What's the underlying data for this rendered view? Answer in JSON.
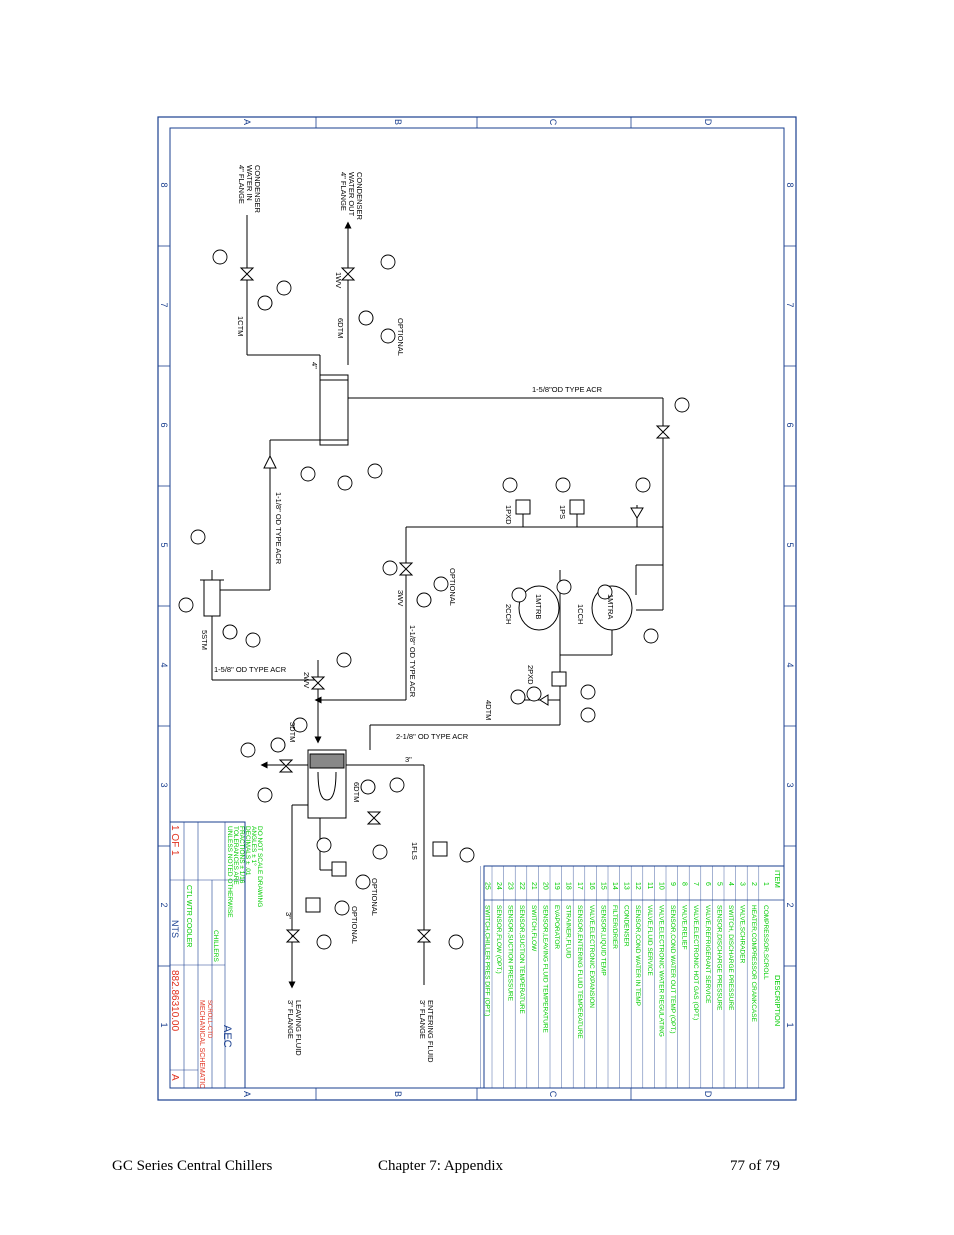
{
  "footer": {
    "left": "GC Series Central Chillers",
    "center": "Chapter 7: Appendix",
    "right": "77 of 79"
  },
  "border": {
    "column_letters": [
      "A",
      "B",
      "C",
      "D"
    ],
    "row_numbers": [
      "8",
      "7",
      "6",
      "5",
      "4",
      "3",
      "2",
      "1"
    ]
  },
  "labels": {
    "condenser_water_in": [
      "CONDENSER",
      "WATER IN",
      "4\" FLANGE"
    ],
    "condenser_water_out": [
      "CONDENSER",
      "WATER OUT",
      "4\" FLANGE"
    ],
    "leaving_fluid": [
      "LEAVING FLUID",
      "3\" FLANGE"
    ],
    "entering_fluid": [
      "ENTERING FLUID",
      "3\" FLANGE"
    ],
    "optional_top": "OPTIONAL",
    "optional_mid": "OPTIONAL",
    "optional_low": "OPTIONAL",
    "optional_sensor": "OPTIONAL",
    "pipe_top": "1-5/8\"OD TYPE ACR",
    "pipe_left_upper": "1-1/8\" OD TYPE ACR",
    "pipe_left_lower": "1-5/8\" OD TYPE ACR",
    "pipe_mid": "1-1/8\" OD TYPE ACR",
    "pipe_bottom": "2-1/8\" OD TYPE ACR",
    "tag_1ctm": "1CTM",
    "tag_1wv": "1WV",
    "tag_6dtm": "6DTM",
    "tag_1pxd": "1PXD",
    "tag_1ps": "1PS",
    "tag_2pxd": "2PXD",
    "tag_4dtm": "4DTM",
    "tag_5stm": "5STM",
    "tag_2wv": "2WV",
    "tag_3wv": "3WV",
    "tag_1ch": "1CCH",
    "tag_2ch": "2CCH",
    "tag_3dtm": "3DTM",
    "tag_1fls": "1FLS",
    "tag_4in": "4\"",
    "tag_3in_top": "3\"",
    "tag_3in_low": "3\"",
    "tag_1mtra": "1MTRA",
    "tag_1mtrb": "1MTRB"
  },
  "parts_table": {
    "headers": [
      "ITEM",
      "DESCRIPTION"
    ],
    "rows": [
      [
        "1",
        "COMPRESSOR,SCROLL"
      ],
      [
        "2",
        "HEATER,COMPRESSOR CRANKCASE"
      ],
      [
        "3",
        "VALVE,SCHRADER"
      ],
      [
        "4",
        "SWITCH, DISCHARGE PRESSURE"
      ],
      [
        "5",
        "SENSOR,DISCHARGE PRESSURE"
      ],
      [
        "6",
        "VALVE,REFRIGERANT SERVICE"
      ],
      [
        "7",
        "VALVE,ELECTRONIC HOT GAS (OPT.)"
      ],
      [
        "8",
        "VALVE,RELIEF"
      ],
      [
        "9",
        "SENSOR,COND WATER OUT TEMP (OPT.)"
      ],
      [
        "10",
        "VALVE,ELECTRONIC WATER REGULATING"
      ],
      [
        "11",
        "VALVE,FLUID SERVICE"
      ],
      [
        "12",
        "SENSOR,COND WATER IN TEMP"
      ],
      [
        "13",
        "CONDENSER"
      ],
      [
        "14",
        "FILTER/DRIER"
      ],
      [
        "15",
        "SENSOR,LIQUID TEMP"
      ],
      [
        "16",
        "VALVE,ELECTRONIC EXPANSION"
      ],
      [
        "17",
        "SENSOR,ENTERING FLUID TEMPERATURE"
      ],
      [
        "18",
        "STRAINER,FLUID"
      ],
      [
        "19",
        "EVAPORATOR"
      ],
      [
        "20",
        "SENSOR,LEAVING FLUID TEMPERATURE"
      ],
      [
        "21",
        "SWITCH,FLOW"
      ],
      [
        "22",
        "SENSOR,SUCTION TEMPERATURE"
      ],
      [
        "23",
        "SENSOR,SUCTION PRESSURE"
      ],
      [
        "24",
        "SENSOR,FLOW (OPT.)"
      ],
      [
        "25",
        "SWITCH,CHILLER PRES DIFF (OPT.)"
      ]
    ]
  },
  "title_block": {
    "title1": "CTL WTR COOLER",
    "title2": "CHILLERS",
    "drawing_title": "MECHANICAL SCHEMATIC",
    "drawing_sub": "SCROLL-CTD",
    "scale": "NTS",
    "sheet": "1 OF 1",
    "drawing_number": "882.86310.00",
    "revision": "A",
    "logo": "AEC",
    "notes": [
      "UNLESS NOTED OTHERWISE",
      "TOLERANCES ARE",
      "FRACTIONS ± 1/16",
      "DECIMALS ± .01",
      "ANGLES ± 1°",
      "DO NOT SCALE DRAWING"
    ]
  },
  "colors": {
    "table_text": "#00cc00",
    "border_blue": "#1a3f8f",
    "title_red": "#e0301e",
    "line": "#000000"
  }
}
